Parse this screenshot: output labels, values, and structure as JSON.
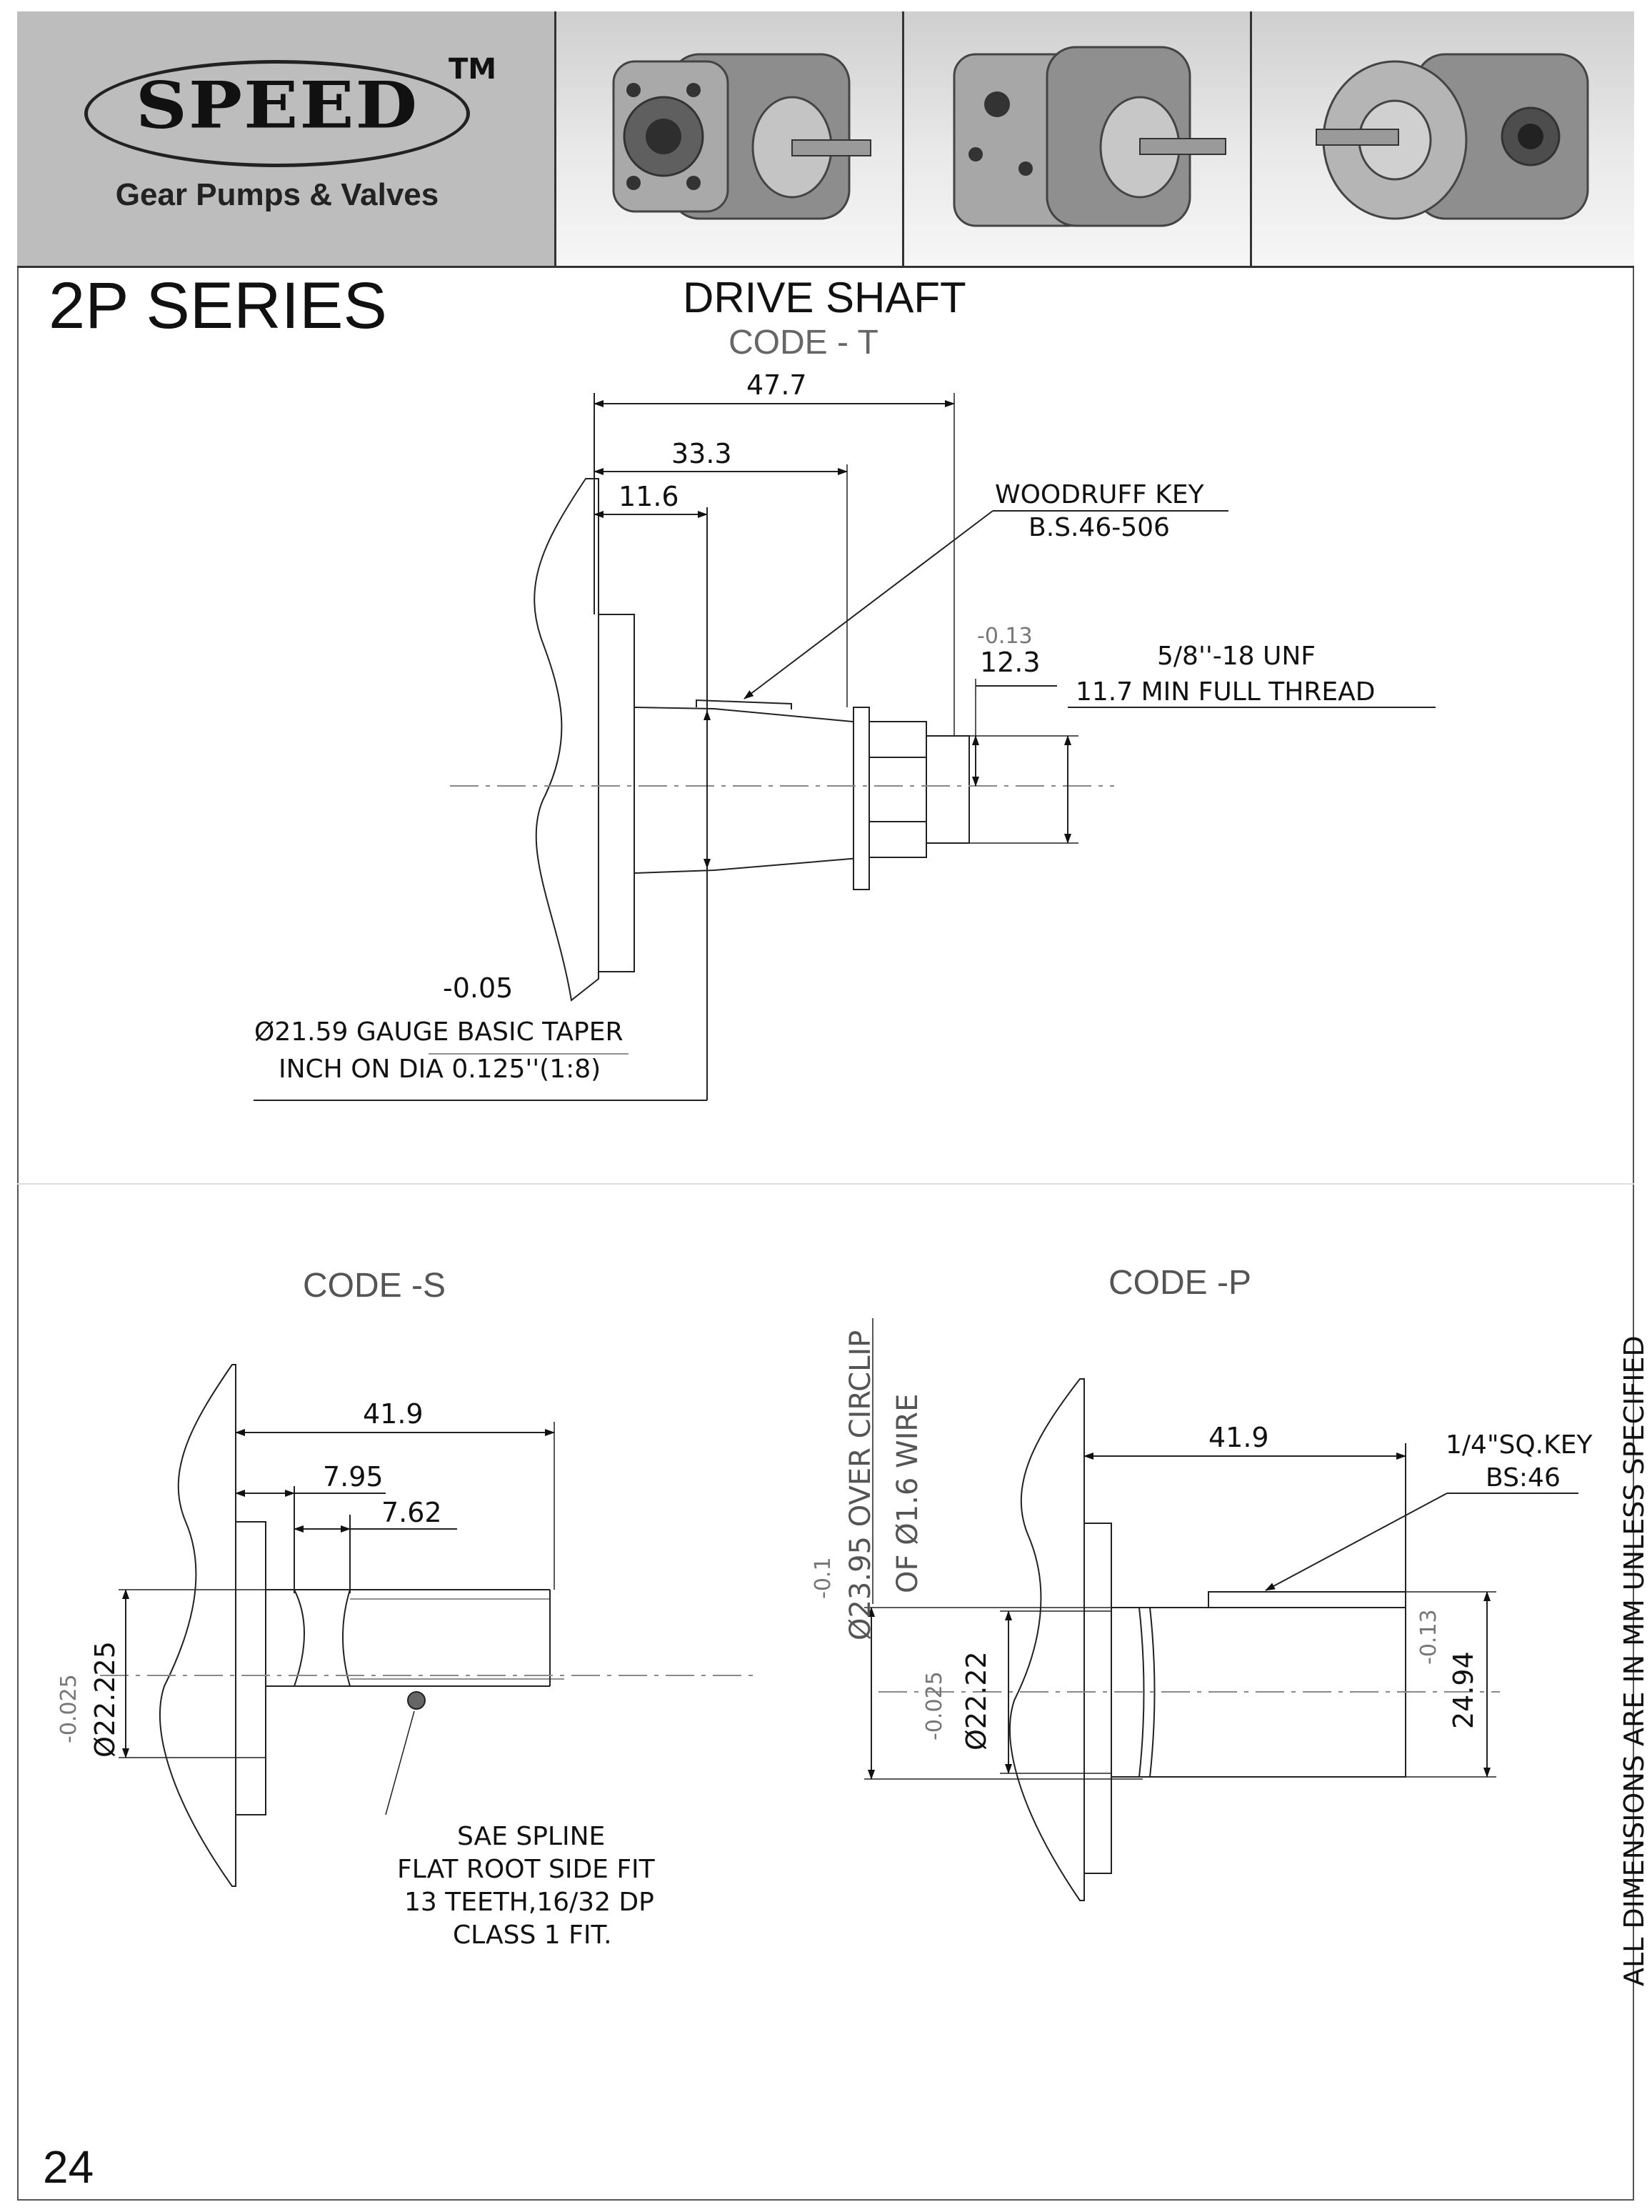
{
  "brand": {
    "logo_word": "SPEED",
    "trademark": "TM",
    "tagline": "Gear Pumps & Valves"
  },
  "series_title": "2P SERIES",
  "section_title": "DRIVE SHAFT",
  "code_t": {
    "label": "CODE - T",
    "dim_overall": "47.7",
    "dim_mid": "33.3",
    "dim_short": "11.6",
    "woodruff_line1": "WOODRUFF KEY",
    "woodruff_line2": "B.S.46-506",
    "tol_thread": "-0.13",
    "dim_thread": "12.3",
    "thread_line1": "5/8''-18 UNF",
    "thread_line2": "11.7 MIN FULL THREAD",
    "tol_taper": "-0.05",
    "taper_line1": "Ø21.59 GAUGE BASIC TAPER",
    "taper_line2": "INCH ON DIA 0.125''(1:8)"
  },
  "code_s": {
    "label": "CODE -S",
    "dim_overall": "41.9",
    "dim_a": "7.95",
    "dim_b": "7.62",
    "tol_dia": "-0.025",
    "dia": "Ø22.225",
    "spline_line1": "SAE SPLINE",
    "spline_line2": "FLAT ROOT SIDE FIT",
    "spline_line3": "13 TEETH,16/32 DP",
    "spline_line4": "CLASS 1 FIT."
  },
  "code_p": {
    "label": "CODE -P",
    "dim_overall": "41.9",
    "key_line1": "1/4\"SQ.KEY",
    "key_line2": "BS:46",
    "tol_circlip": "-0.1",
    "circlip_line1": "Ø23.95 OVER CIRCLIP",
    "circlip_line2": "OF Ø1.6 WIRE",
    "tol_dia": "-0.025",
    "dia": "Ø22.22",
    "tol_key": "-0.13",
    "key_height": "24.94"
  },
  "side_note": "ALL DIMENSIONS ARE IN MM UNLESS SPECIFIED",
  "page_number": "24"
}
